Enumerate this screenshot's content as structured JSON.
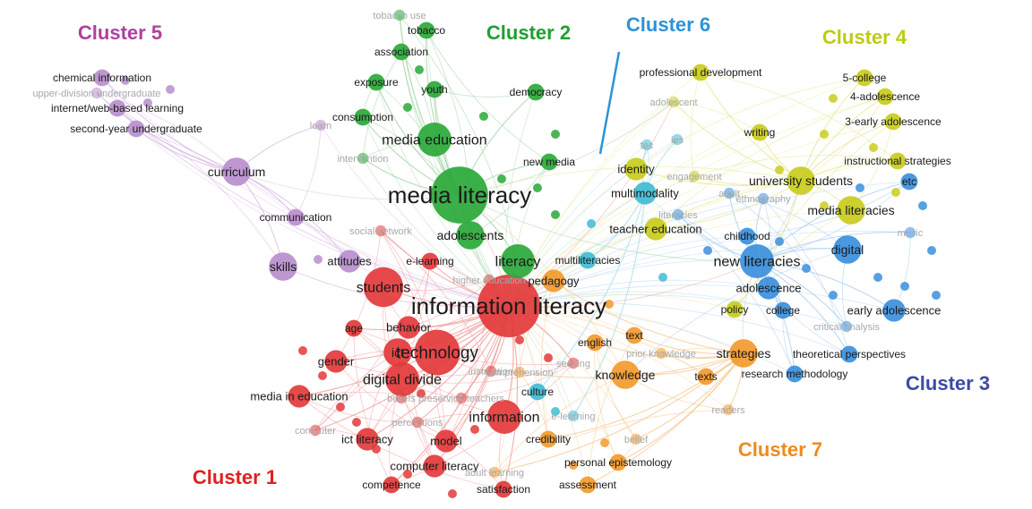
{
  "clusters": [
    {
      "id": 1,
      "label": "Cluster 1",
      "color": "#e02020",
      "node_color": "#e33a3a",
      "line_color": "#f2a0a0"
    },
    {
      "id": 2,
      "label": "Cluster 2",
      "color": "#1fa02e",
      "node_color": "#2aa838",
      "line_color": "#9ed3a2"
    },
    {
      "id": 3,
      "label": "Cluster 3",
      "color": "#3d4aa6",
      "node_color": "#3b8fdc",
      "line_color": "#a7cbee"
    },
    {
      "id": 4,
      "label": "Cluster 4",
      "color": "#bccc16",
      "node_color": "#c9cc1c",
      "line_color": "#e6e690"
    },
    {
      "id": 5,
      "label": "Cluster 5",
      "color": "#b0409e",
      "node_color": "#b98ecc",
      "line_color": "#d8b7e3"
    },
    {
      "id": 6,
      "label": "Cluster 6",
      "color": "#2c92d8",
      "node_color": "#3fbcd4",
      "line_color": "#a3dbe8"
    },
    {
      "id": 7,
      "label": "Cluster 7",
      "color": "#f08a1c",
      "node_color": "#f29a2c",
      "line_color": "#f6c78e"
    }
  ],
  "nodes": [
    {
      "label": "information literacy",
      "cluster": 1,
      "weight": 10
    },
    {
      "label": "technology",
      "cluster": 1,
      "weight": 7
    },
    {
      "label": "students",
      "cluster": 1,
      "weight": 6
    },
    {
      "label": "digital divide",
      "cluster": 1,
      "weight": 5
    },
    {
      "label": "information",
      "cluster": 1,
      "weight": 5
    },
    {
      "label": "ict",
      "cluster": 1,
      "weight": 4
    },
    {
      "label": "gender",
      "cluster": 1,
      "weight": 3
    },
    {
      "label": "behavior",
      "cluster": 1,
      "weight": 3
    },
    {
      "label": "age",
      "cluster": 1,
      "weight": 2
    },
    {
      "label": "media in education",
      "cluster": 1,
      "weight": 3
    },
    {
      "label": "ict literacy",
      "cluster": 1,
      "weight": 3
    },
    {
      "label": "model",
      "cluster": 1,
      "weight": 3
    },
    {
      "label": "computer literacy",
      "cluster": 1,
      "weight": 3
    },
    {
      "label": "competence",
      "cluster": 1,
      "weight": 2
    },
    {
      "label": "satisfaction",
      "cluster": 1,
      "weight": 2
    },
    {
      "label": "computer",
      "cluster": 1,
      "weight": 1
    },
    {
      "label": "instruction",
      "cluster": 1,
      "weight": 1
    },
    {
      "label": "beliefs",
      "cluster": 1,
      "weight": 1
    },
    {
      "label": "preservice teachers",
      "cluster": 1,
      "weight": 1
    },
    {
      "label": "perceptions",
      "cluster": 1,
      "weight": 1
    },
    {
      "label": "e-learning",
      "cluster": 1,
      "weight": 2
    },
    {
      "label": "social network",
      "cluster": 1,
      "weight": 1
    },
    {
      "label": "higher education",
      "cluster": 1,
      "weight": 1
    },
    {
      "label": "seeking",
      "cluster": 1,
      "weight": 1
    },
    {
      "label": "media literacy",
      "cluster": 2,
      "weight": 9
    },
    {
      "label": "media education",
      "cluster": 2,
      "weight": 5
    },
    {
      "label": "adolescents",
      "cluster": 2,
      "weight": 4
    },
    {
      "label": "literacy",
      "cluster": 2,
      "weight": 5
    },
    {
      "label": "youth",
      "cluster": 2,
      "weight": 2
    },
    {
      "label": "exposure",
      "cluster": 2,
      "weight": 2
    },
    {
      "label": "association",
      "cluster": 2,
      "weight": 2
    },
    {
      "label": "tobacco",
      "cluster": 2,
      "weight": 2
    },
    {
      "label": "tobacco use",
      "cluster": 2,
      "weight": 1
    },
    {
      "label": "democracy",
      "cluster": 2,
      "weight": 2
    },
    {
      "label": "consumption",
      "cluster": 2,
      "weight": 2
    },
    {
      "label": "intervention",
      "cluster": 2,
      "weight": 1
    },
    {
      "label": "new media",
      "cluster": 2,
      "weight": 2
    },
    {
      "label": "new literacies",
      "cluster": 3,
      "weight": 5
    },
    {
      "label": "digital",
      "cluster": 3,
      "weight": 4
    },
    {
      "label": "adolescence",
      "cluster": 3,
      "weight": 3
    },
    {
      "label": "college",
      "cluster": 3,
      "weight": 2
    },
    {
      "label": "early adolescence",
      "cluster": 3,
      "weight": 3
    },
    {
      "label": "childhood",
      "cluster": 3,
      "weight": 2
    },
    {
      "label": "critical analysis",
      "cluster": 3,
      "weight": 1
    },
    {
      "label": "theoretical perspectives",
      "cluster": 3,
      "weight": 2
    },
    {
      "label": "research methodology",
      "cluster": 3,
      "weight": 2
    },
    {
      "label": "music",
      "cluster": 3,
      "weight": 1
    },
    {
      "label": "etc",
      "cluster": 3,
      "weight": 2
    },
    {
      "label": "adult",
      "cluster": 3,
      "weight": 1
    },
    {
      "label": "ethnography",
      "cluster": 3,
      "weight": 1
    },
    {
      "label": "literacies",
      "cluster": 3,
      "weight": 1
    },
    {
      "label": "university students",
      "cluster": 4,
      "weight": 4
    },
    {
      "label": "media literacies",
      "cluster": 4,
      "weight": 4
    },
    {
      "label": "instructional strategies",
      "cluster": 4,
      "weight": 2
    },
    {
      "label": "writing",
      "cluster": 4,
      "weight": 2
    },
    {
      "label": "5-college",
      "cluster": 4,
      "weight": 2
    },
    {
      "label": "4-adolescence",
      "cluster": 4,
      "weight": 2
    },
    {
      "label": "3-early adolescence",
      "cluster": 4,
      "weight": 2
    },
    {
      "label": "professional development",
      "cluster": 4,
      "weight": 2
    },
    {
      "label": "adolescent",
      "cluster": 4,
      "weight": 1
    },
    {
      "label": "identity",
      "cluster": 4,
      "weight": 3
    },
    {
      "label": "teacher education",
      "cluster": 4,
      "weight": 3
    },
    {
      "label": "policy",
      "cluster": 4,
      "weight": 2
    },
    {
      "label": "engagement",
      "cluster": 4,
      "weight": 1
    },
    {
      "label": "curriculum",
      "cluster": 5,
      "weight": 4
    },
    {
      "label": "skills",
      "cluster": 5,
      "weight": 4
    },
    {
      "label": "attitudes",
      "cluster": 5,
      "weight": 3
    },
    {
      "label": "communication",
      "cluster": 5,
      "weight": 2
    },
    {
      "label": "chemical information",
      "cluster": 5,
      "weight": 2
    },
    {
      "label": "upper-division undergraduate",
      "cluster": 5,
      "weight": 1
    },
    {
      "label": "internet/web-based learning",
      "cluster": 5,
      "weight": 2
    },
    {
      "label": "second-year undergraduate",
      "cluster": 5,
      "weight": 2
    },
    {
      "label": "learn",
      "cluster": 5,
      "weight": 1
    },
    {
      "label": "multimodality",
      "cluster": 6,
      "weight": 3
    },
    {
      "label": "multiliteracies",
      "cluster": 6,
      "weight": 2
    },
    {
      "label": "culture",
      "cluster": 6,
      "weight": 2
    },
    {
      "label": "e-learning",
      "cluster": 6,
      "weight": 1
    },
    {
      "label": "ies",
      "cluster": 6,
      "weight": 1
    },
    {
      "label": "tec",
      "cluster": 6,
      "weight": 1
    },
    {
      "label": "strategies",
      "cluster": 7,
      "weight": 4
    },
    {
      "label": "knowledge",
      "cluster": 7,
      "weight": 4
    },
    {
      "label": "pedagogy",
      "cluster": 7,
      "weight": 3
    },
    {
      "label": "english",
      "cluster": 7,
      "weight": 2
    },
    {
      "label": "text",
      "cluster": 7,
      "weight": 2
    },
    {
      "label": "texts",
      "cluster": 7,
      "weight": 2
    },
    {
      "label": "readers",
      "cluster": 7,
      "weight": 1
    },
    {
      "label": "credibility",
      "cluster": 7,
      "weight": 2
    },
    {
      "label": "personal epistemology",
      "cluster": 7,
      "weight": 2
    },
    {
      "label": "assessment",
      "cluster": 7,
      "weight": 2
    },
    {
      "label": "prior knowledge",
      "cluster": 7,
      "weight": 1
    },
    {
      "label": "adult learning",
      "cluster": 7,
      "weight": 1
    },
    {
      "label": "comprehension",
      "cluster": 7,
      "weight": 1
    },
    {
      "label": "belief",
      "cluster": 7,
      "weight": 1
    }
  ]
}
